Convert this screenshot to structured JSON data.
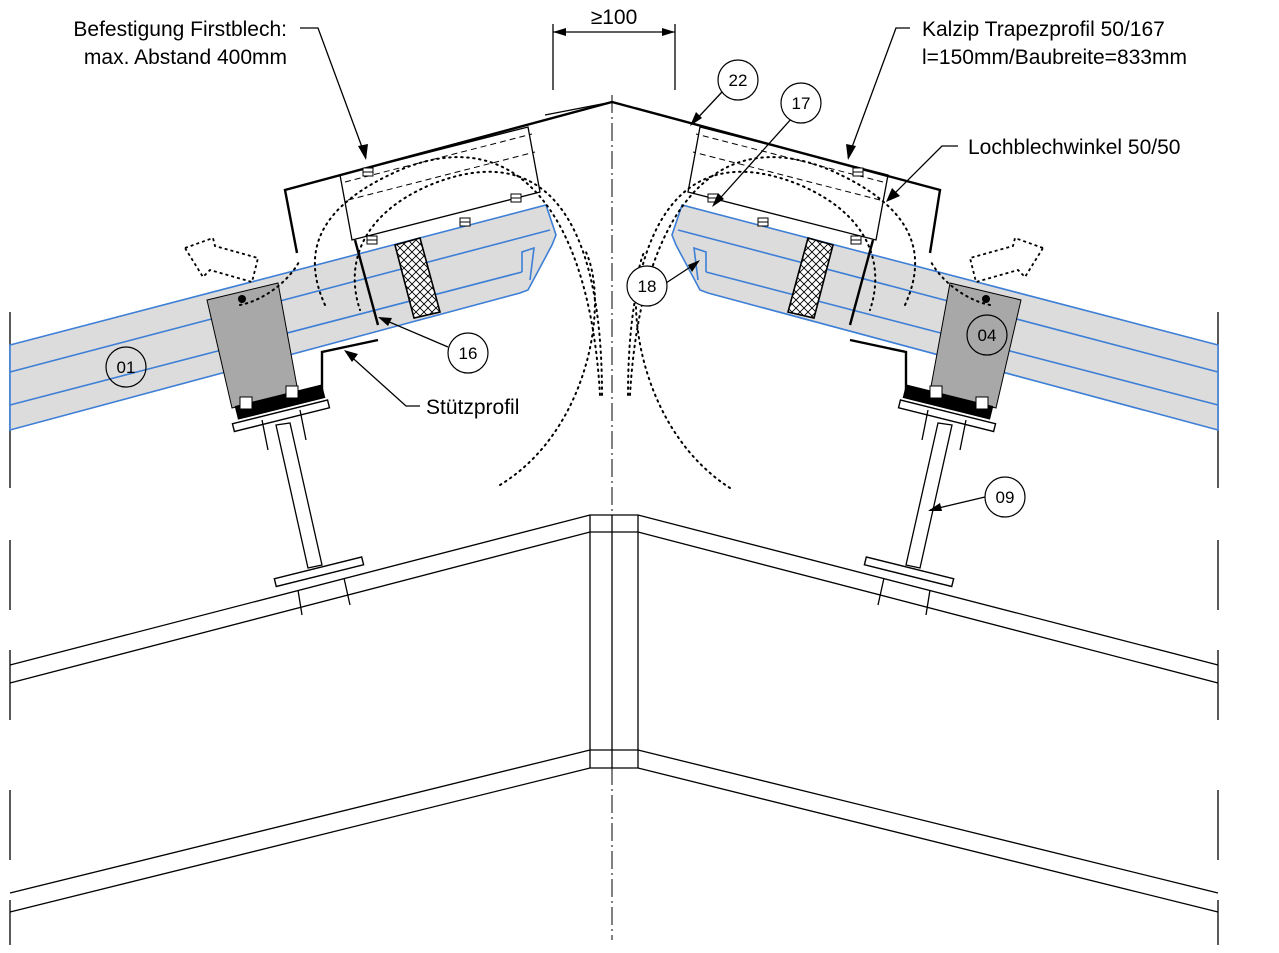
{
  "labels": {
    "befestigung_line1": "Befestigung Firstblech:",
    "befestigung_line2": "max. Abstand 400mm",
    "kalzip_line1": "Kalzip Trapezprofil 50/167",
    "kalzip_line2": "l=150mm/Baubreite=833mm",
    "lochblech": "Lochblechwinkel 50/50",
    "stuetzprofil": "Stützprofil",
    "dimension": "≥100"
  },
  "tags": {
    "t01": "01",
    "t04": "04",
    "t09": "09",
    "t16": "16",
    "t17": "17",
    "t18": "18",
    "t22": "22"
  },
  "colors": {
    "panel_outline": "#3d7fd6",
    "panel_fill": "#dcdcdc",
    "bracket_fill": "#a8a8a8",
    "line": "#000000"
  }
}
